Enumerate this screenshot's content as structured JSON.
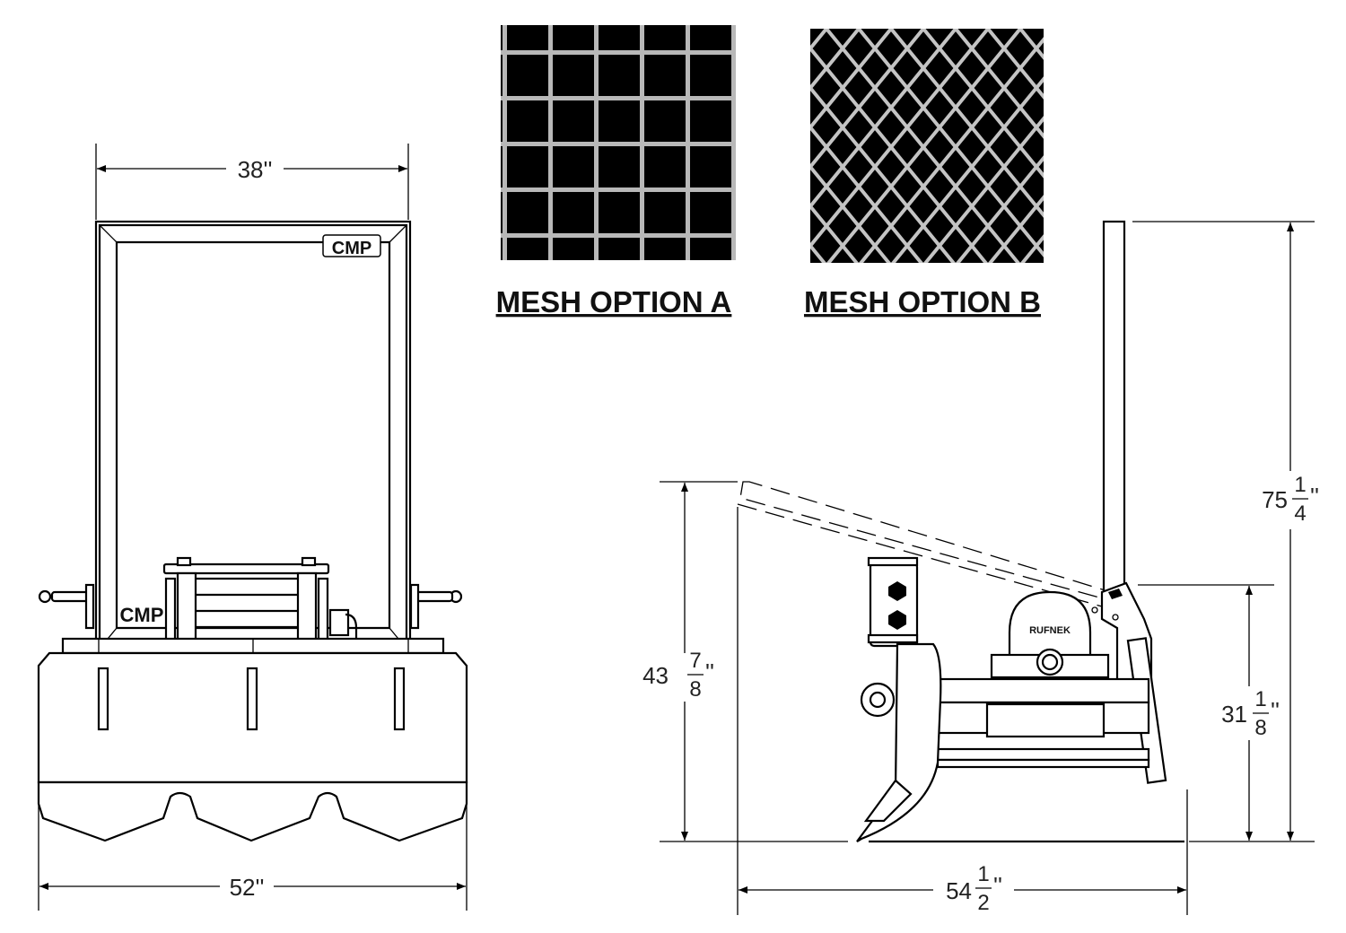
{
  "mesh_options": {
    "a_label": "MESH OPTION A",
    "b_label": "MESH OPTION B"
  },
  "front_view": {
    "width_top": "38''",
    "width_bottom": "52''",
    "logo_text": "CMP"
  },
  "side_view": {
    "brand_text": "RUFNEK",
    "length": {
      "whole": "54",
      "num": "1",
      "den": "2",
      "unit": "''"
    },
    "raised_height": {
      "whole": "43",
      "num": "7",
      "den": "8",
      "unit": "''"
    },
    "frame_height": {
      "whole": "31",
      "num": "1",
      "den": "8",
      "unit": "''"
    },
    "total_height": {
      "whole": "75",
      "num": "1",
      "den": "4",
      "unit": "''"
    }
  },
  "colors": {
    "line": "#000000",
    "background": "#ffffff",
    "mesh_wire": "#bdbdbd"
  }
}
